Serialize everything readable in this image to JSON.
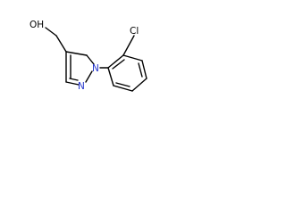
{
  "molecule": {
    "atoms": {
      "hydroxyl": "OH",
      "chlorine": "Cl",
      "pyrazole_n1": "N",
      "pyrazole_n2": "N"
    },
    "colors": {
      "bond": "#000000",
      "carbon_label": "#000000",
      "nitrogen_label": "#2233cc",
      "background": "#ffffff"
    }
  }
}
